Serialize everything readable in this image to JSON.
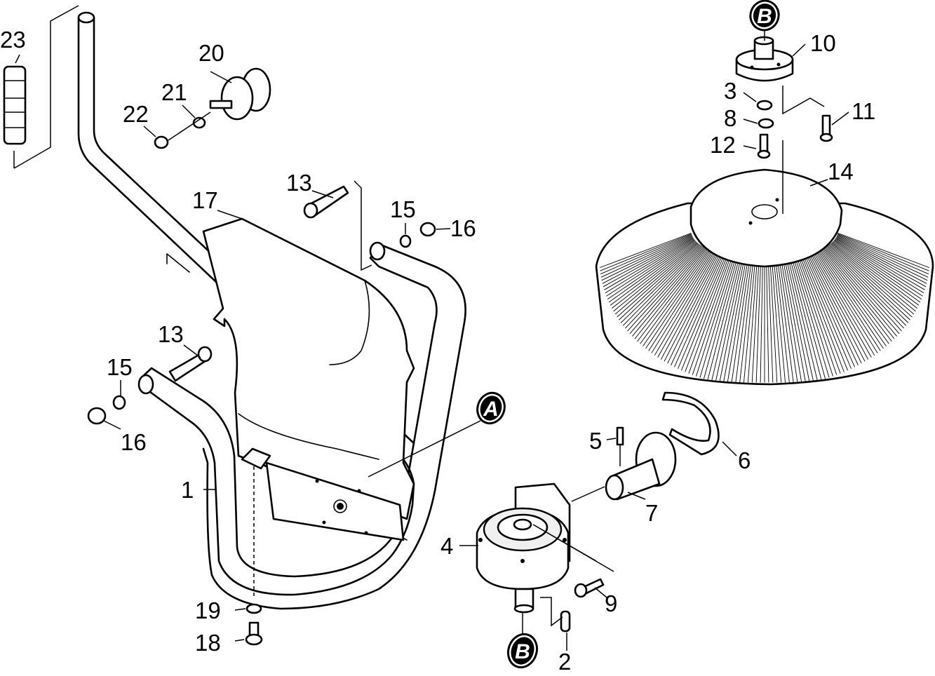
{
  "callouts": {
    "c1": "1",
    "c2": "2",
    "c3": "3",
    "c4": "4",
    "c5": "5",
    "c6": "6",
    "c7": "7",
    "c8": "8",
    "c9": "9",
    "c10": "10",
    "c11": "11",
    "c12": "12",
    "c13a": "13",
    "c13b": "13",
    "c14": "14",
    "c15a": "15",
    "c15b": "15",
    "c16a": "16",
    "c16b": "16",
    "c17": "17",
    "c18": "18",
    "c19": "19",
    "c20": "20",
    "c21": "21",
    "c22": "22",
    "c23": "23"
  },
  "markers": {
    "a": "A",
    "b_top": "B",
    "b_bottom": "B"
  }
}
